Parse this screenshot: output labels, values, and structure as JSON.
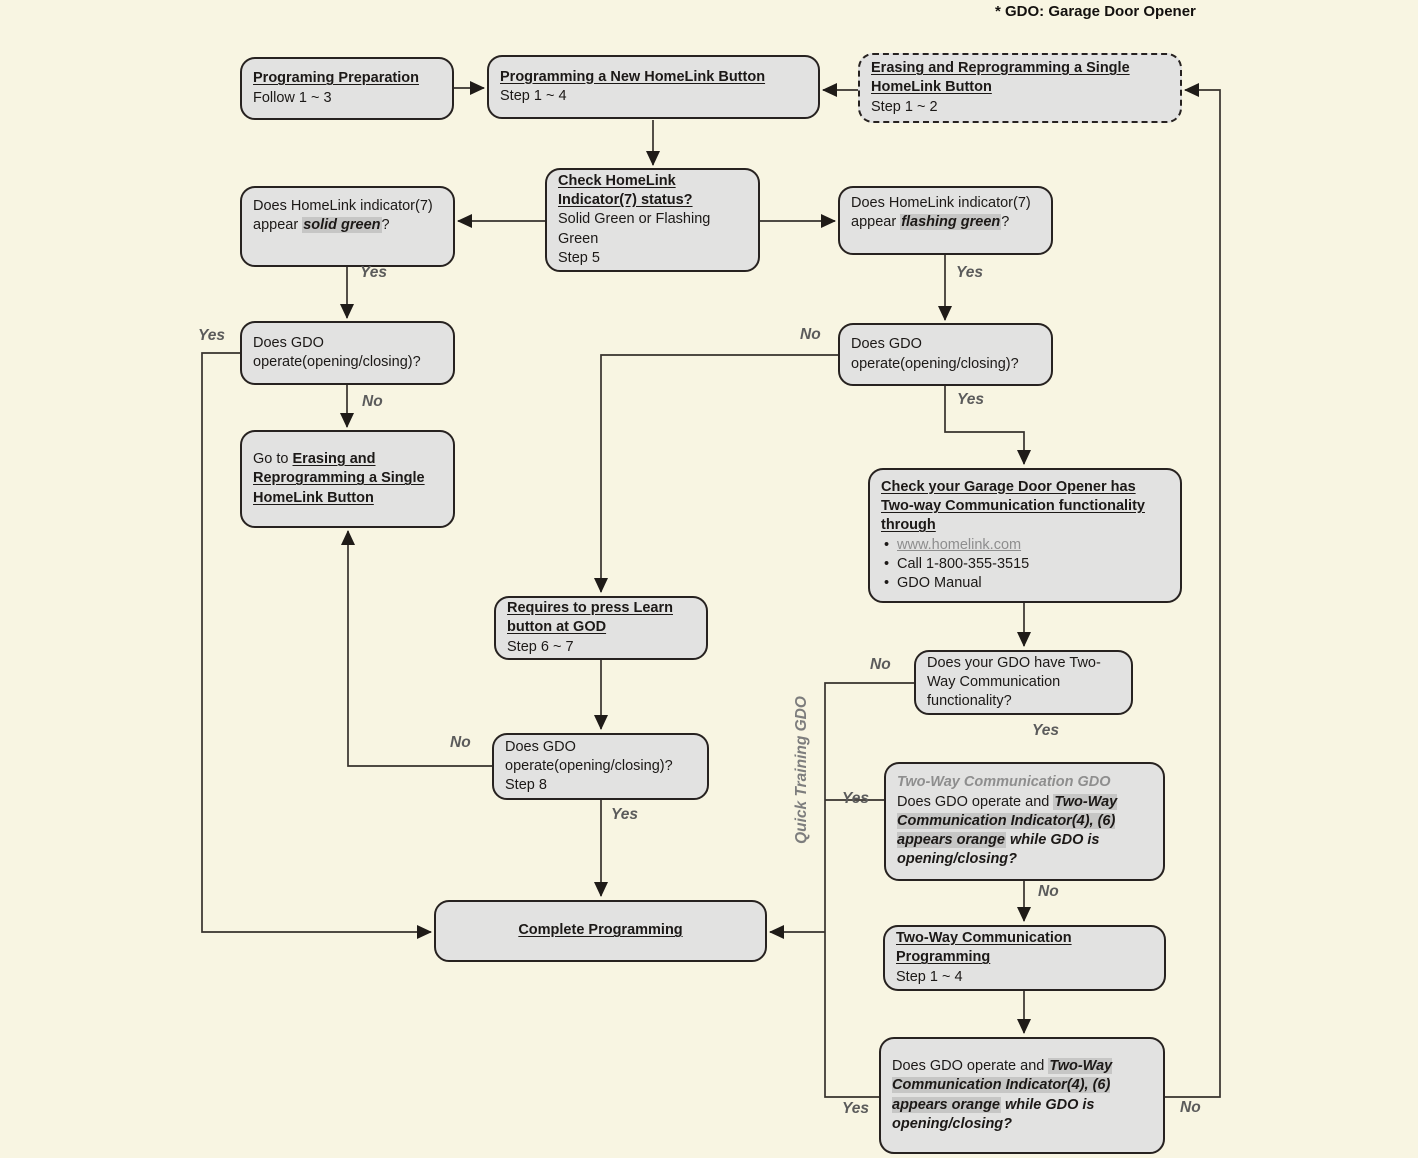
{
  "note": "* GDO: Garage Door Opener",
  "labels": {
    "yes": "Yes",
    "no": "No",
    "quick_training": "Quick Training GDO"
  },
  "colors": {
    "background": "#f8f5e2",
    "node_fill": "#e2e2e1",
    "node_border": "#272220",
    "highlight": "#c6c6c5",
    "muted_text": "#5b5b5b"
  },
  "nodes": {
    "prep": {
      "title": "Programing Preparation",
      "sub": "Follow 1 ~ 3"
    },
    "new_button": {
      "title": "Programming a New HomeLink Button",
      "sub": "Step 1 ~ 4"
    },
    "erase_reprogram": {
      "title": "Erasing and Reprogramming a Single HomeLink Button",
      "sub": "Step 1 ~ 2"
    },
    "check_indicator": {
      "title": "Check HomeLink Indicator(7) status?",
      "line2": "Solid Green or Flashing Green",
      "line3": "Step 5"
    },
    "solid_green": {
      "pre": "Does HomeLink indicator(7) appear ",
      "em": "solid green",
      "post": "?"
    },
    "flashing_green": {
      "pre": "Does HomeLink indicator(7) appear ",
      "em": "flashing green",
      "post": "?"
    },
    "gdo_operate_left": {
      "text": "Does GDO operate(opening/closing)?"
    },
    "gdo_operate_right": {
      "text": "Does GDO operate(opening/closing)?"
    },
    "goto_erase": {
      "pre": "Go to ",
      "link": "Erasing and Reprogramming a Single HomeLink Button"
    },
    "check_twoway": {
      "title": "Check your Garage Door Opener has Two-way Communication functionality through",
      "bullets": [
        "www.homelink.com",
        "Call 1-800-355-3515",
        "GDO Manual"
      ]
    },
    "has_twoway": {
      "text": "Does your GDO have Two-Way Communication functionality?"
    },
    "twoway_gdo": {
      "title": "Two-Way Communication GDO",
      "pre": "Does GDO operate and ",
      "em": "Two-Way Communication Indicator(4), (6) appears orange",
      "post": " while GDO is opening/closing?"
    },
    "twoway_programming": {
      "title": "Two-Way Communication Programming",
      "sub": "Step 1 ~ 4"
    },
    "twoway_check2": {
      "pre": "Does GDO operate and ",
      "em": "Two-Way Communication Indicator(4), (6) appears orange",
      "post": " while GDO is opening/closing?"
    },
    "learn_button": {
      "title": "Requires to press Learn button at GOD",
      "sub": "Step 6 ~ 7"
    },
    "gdo_operate_step8": {
      "text": "Does GDO operate(opening/closing)?",
      "sub": "Step 8"
    },
    "complete": {
      "title": "Complete Programming"
    }
  }
}
